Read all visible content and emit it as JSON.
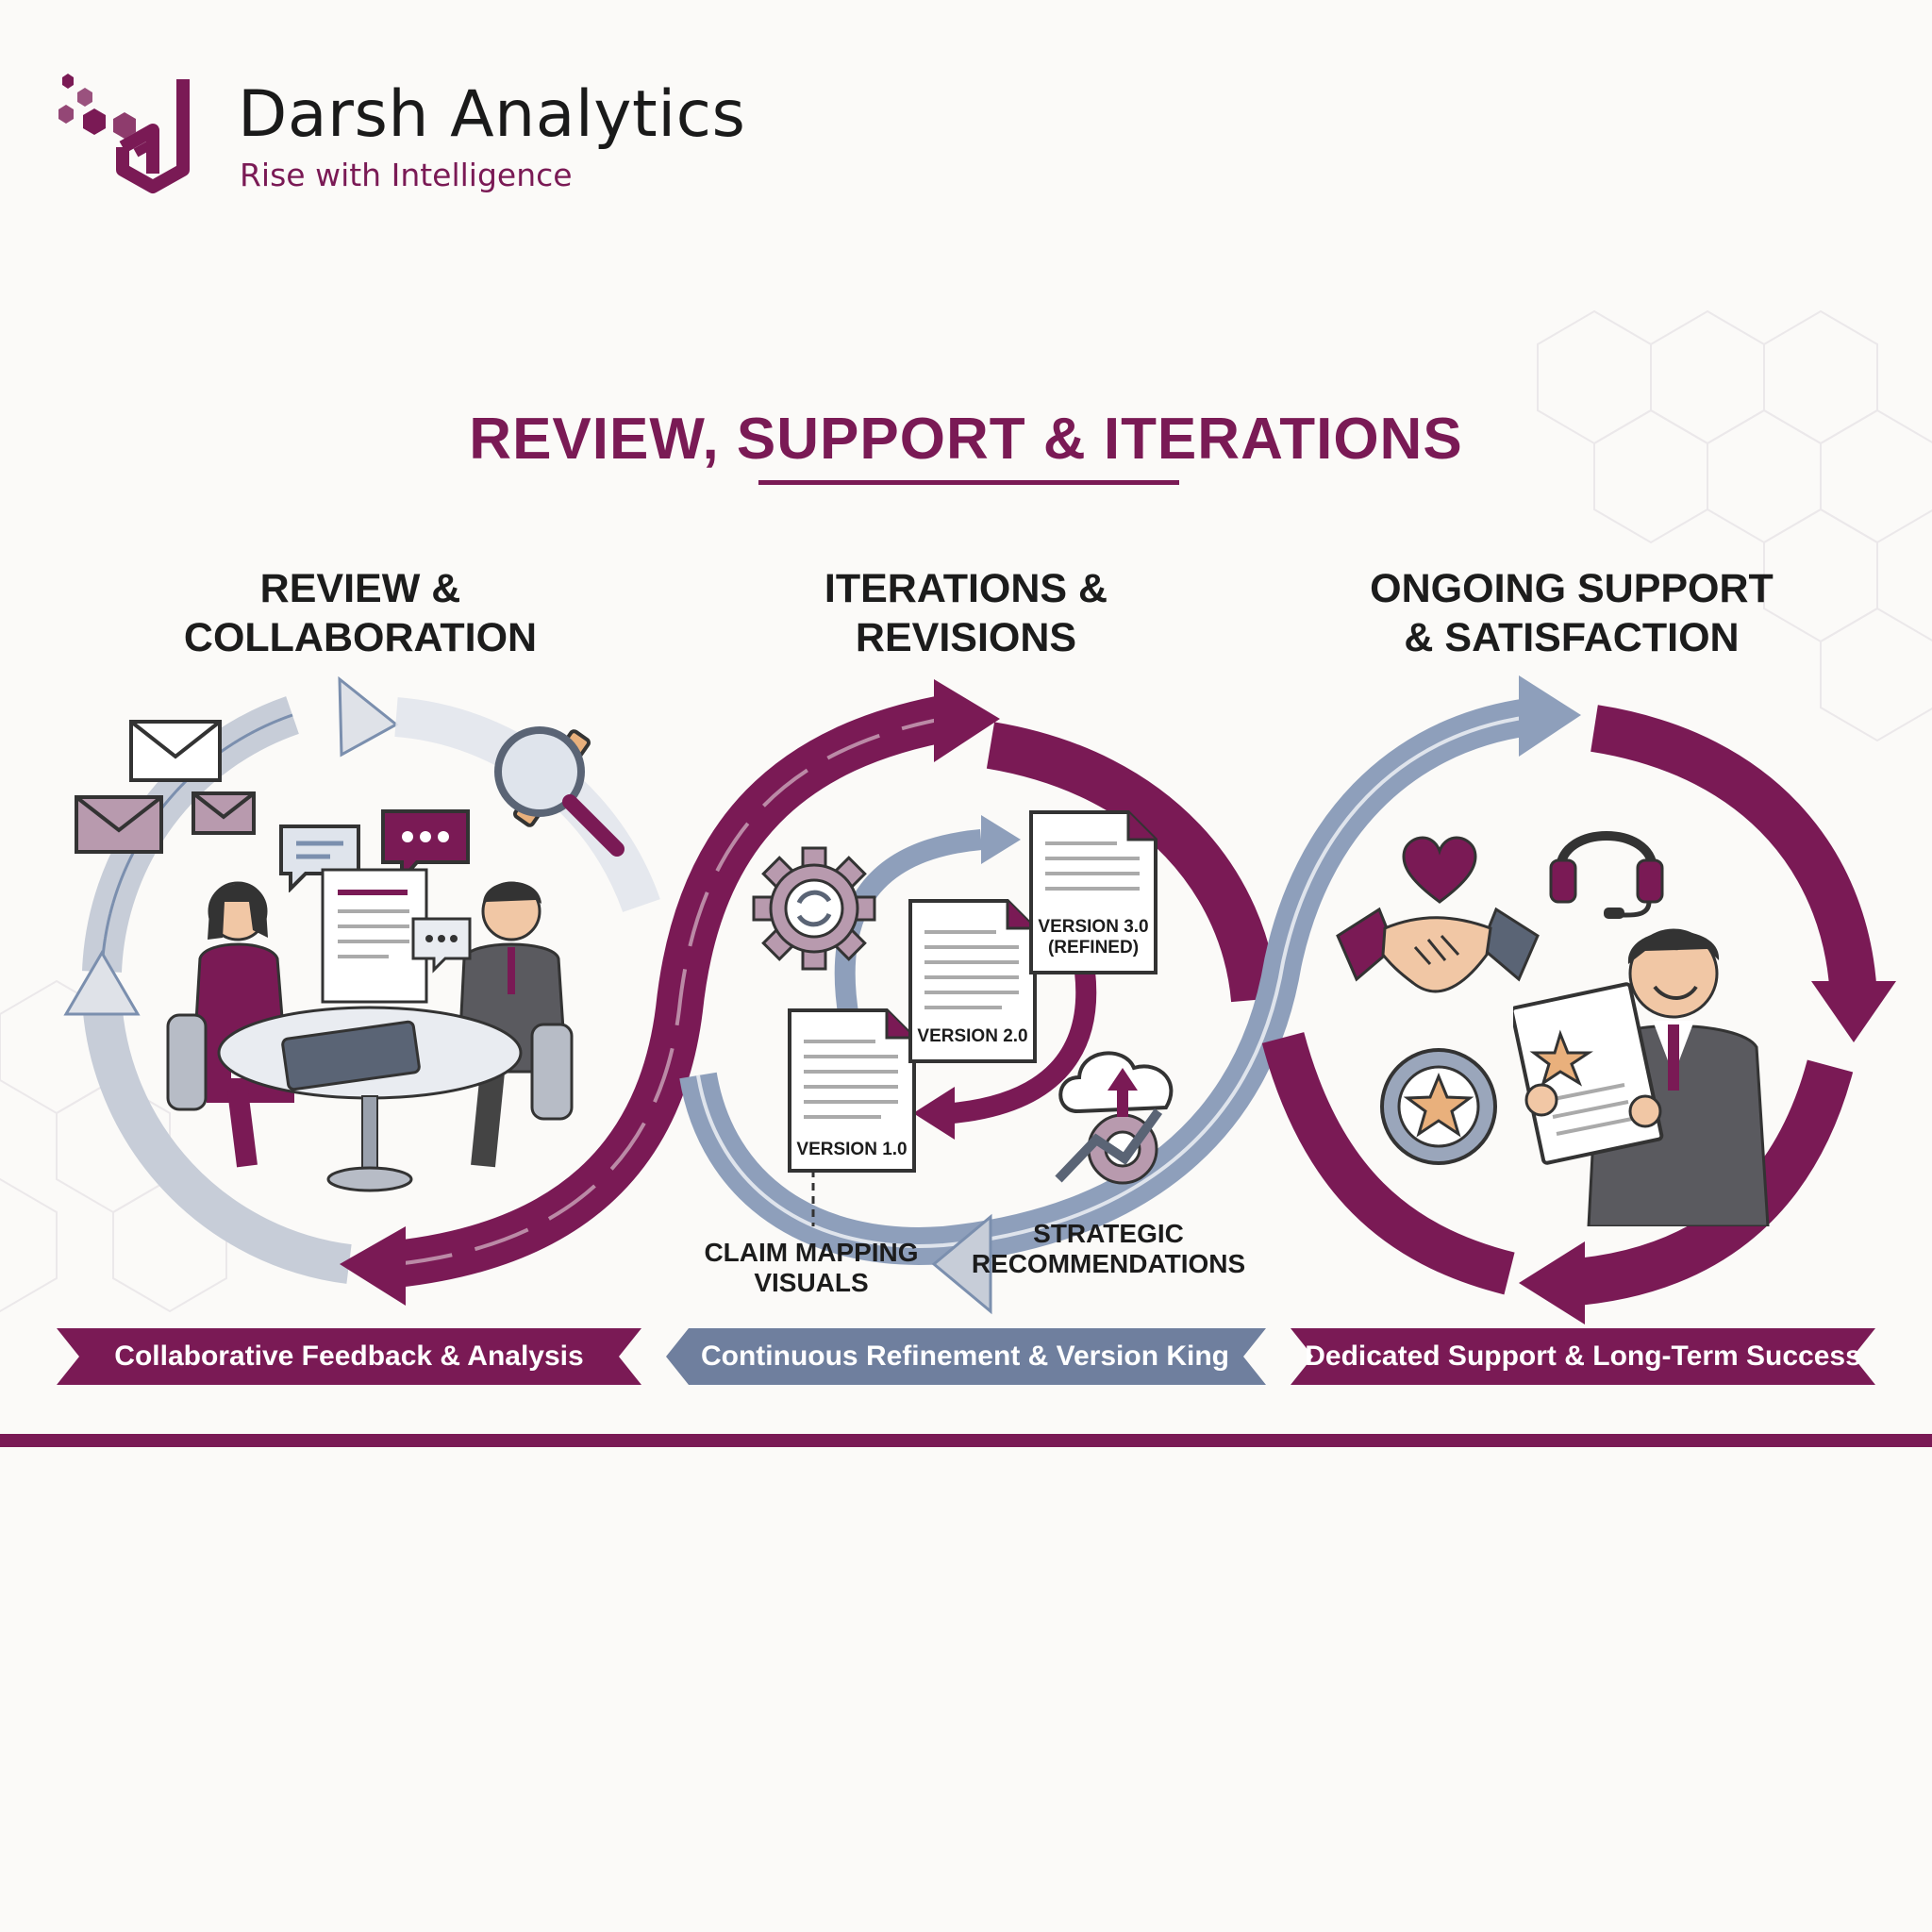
{
  "brand": {
    "name": "Darsh Analytics",
    "tagline": "Rise with Intelligence"
  },
  "title": "REVIEW, SUPPORT & ITERATIONS",
  "sections": [
    {
      "title": "REVIEW &\nCOLLABORATION",
      "banner": "Collaborative Feedback & Analysis"
    },
    {
      "title": "ITERATIONS &\nREVISIONS",
      "banner": "Continuous Refinement & Version King",
      "docs": [
        "VERSION 1.0",
        "VERSION 2.0",
        "VERSION 3.0\n(REFINED)"
      ],
      "labels": [
        "CLAIM MAPPING\nVISUALS",
        "STRATEGIC\nRECOMMENDATIONS"
      ]
    },
    {
      "title": "ONGOING SUPPORT\n& SATISFACTION",
      "banner": "Dedicated Support & Long-Term Success"
    }
  ],
  "colors": {
    "primary": "#7a1a55",
    "secondary": "#7b8fae",
    "light": "#c7cdd8"
  },
  "icons": [
    "envelope-icon",
    "magnifier-icon",
    "pencil-icon",
    "chat-bubble-icon",
    "gear-refresh-icon",
    "cloud-upload-icon",
    "heart-icon",
    "headset-icon",
    "handshake-icon",
    "star-badge-icon",
    "document-icon"
  ]
}
